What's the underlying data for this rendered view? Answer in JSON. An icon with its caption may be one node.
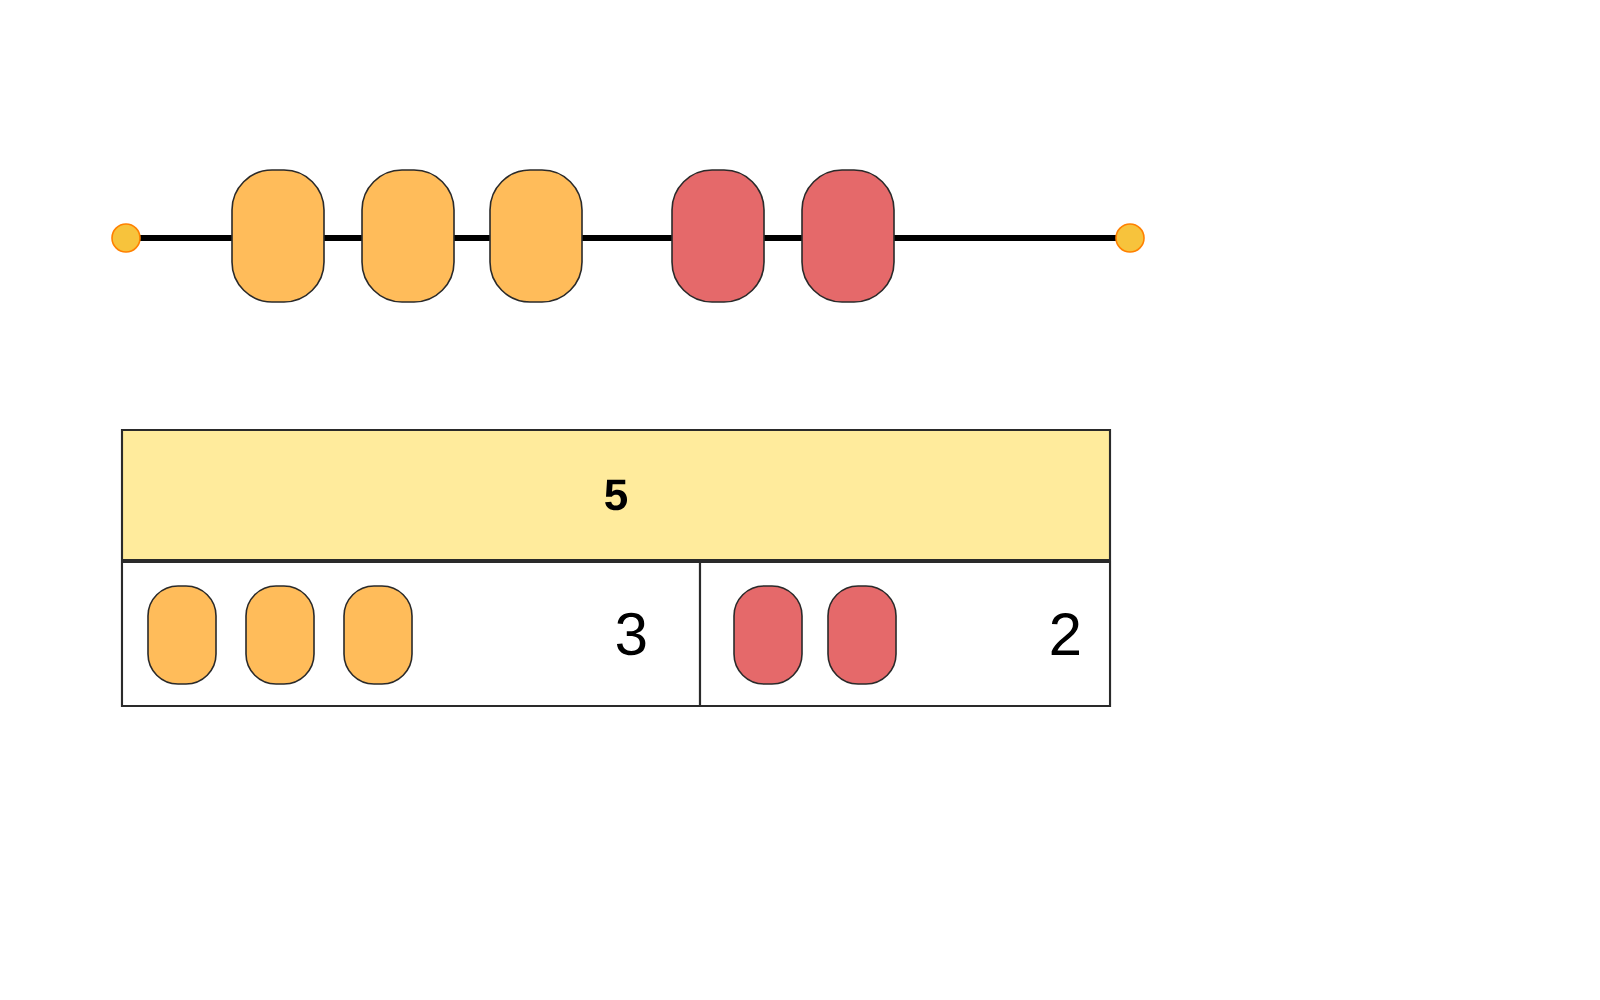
{
  "diagram": {
    "nodes": [
      {
        "text": [
          "5"
        ]
      },
      {
        "text": [
          "3"
        ]
      },
      {
        "text": [
          "2"
        ]
      }
    ]
  }
}
